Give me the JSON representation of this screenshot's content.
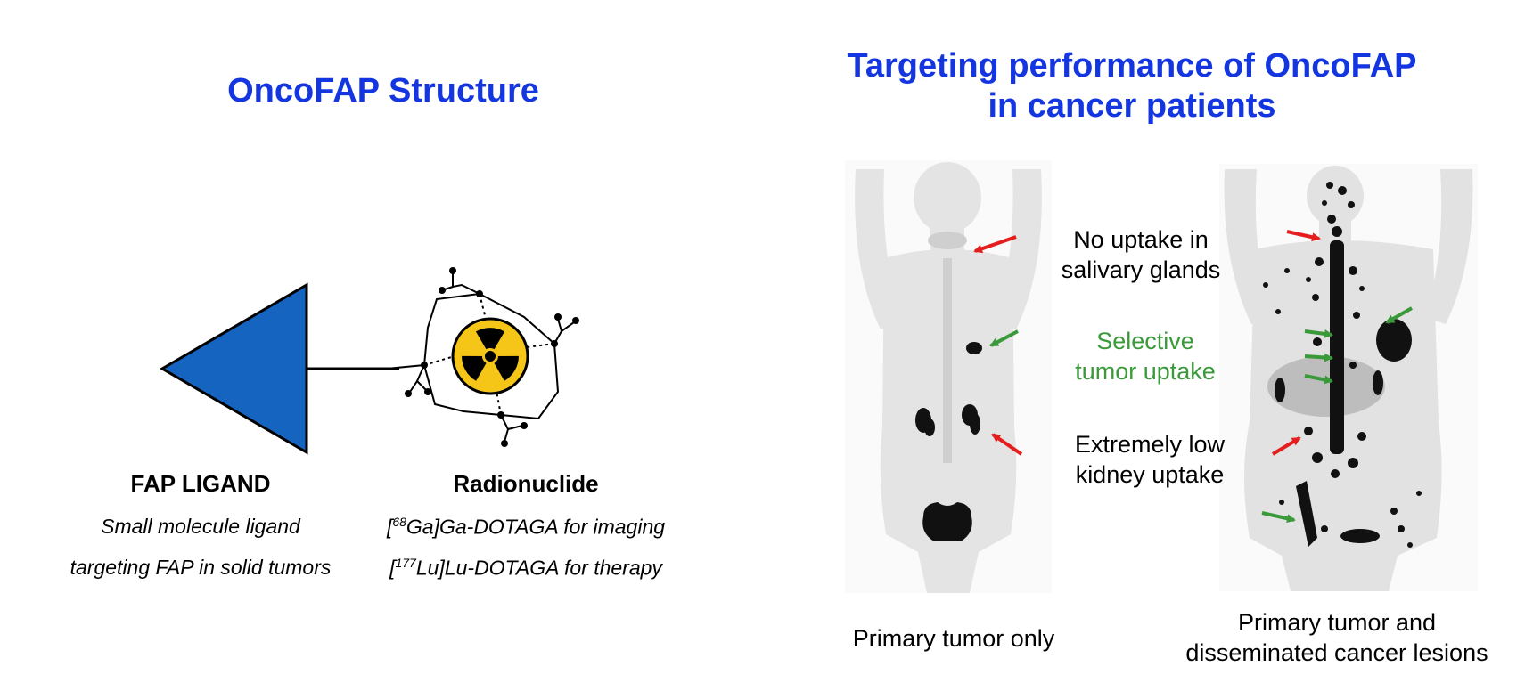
{
  "left": {
    "title": "OncoFAP Structure",
    "ligand": {
      "heading": "FAP LIGAND",
      "line1": "Small molecule ligand",
      "line2": "targeting FAP in solid tumors"
    },
    "radionuclide": {
      "heading": "Radionuclide",
      "line1": {
        "pre": "[",
        "sup": "68",
        "post": "Ga]Ga-DOTAGA for imaging"
      },
      "line2": {
        "pre": "[",
        "sup": "177",
        "post": "Lu]Lu-DOTAGA for therapy"
      }
    },
    "colors": {
      "ligand": "#1565c0",
      "radiation_symbol": "#f5c518"
    }
  },
  "right": {
    "title_line1": "Targeting performance of OncoFAP",
    "title_line2": "in cancer patients",
    "annotations": {
      "salivary": {
        "line1": "No uptake in",
        "line2": "salivary glands",
        "color": "#000000"
      },
      "tumor": {
        "line1": "Selective",
        "line2": "tumor uptake",
        "color": "#3a9a3a"
      },
      "kidney": {
        "line1": "Extremely low",
        "line2": "kidney uptake",
        "color": "#000000"
      }
    },
    "captions": {
      "left_scan": "Primary tumor only",
      "right_scan_line1": "Primary tumor and",
      "right_scan_line2": "disseminated cancer lesions"
    },
    "arrow_colors": {
      "red": "#e41e1e",
      "green": "#3a9a3a"
    }
  }
}
